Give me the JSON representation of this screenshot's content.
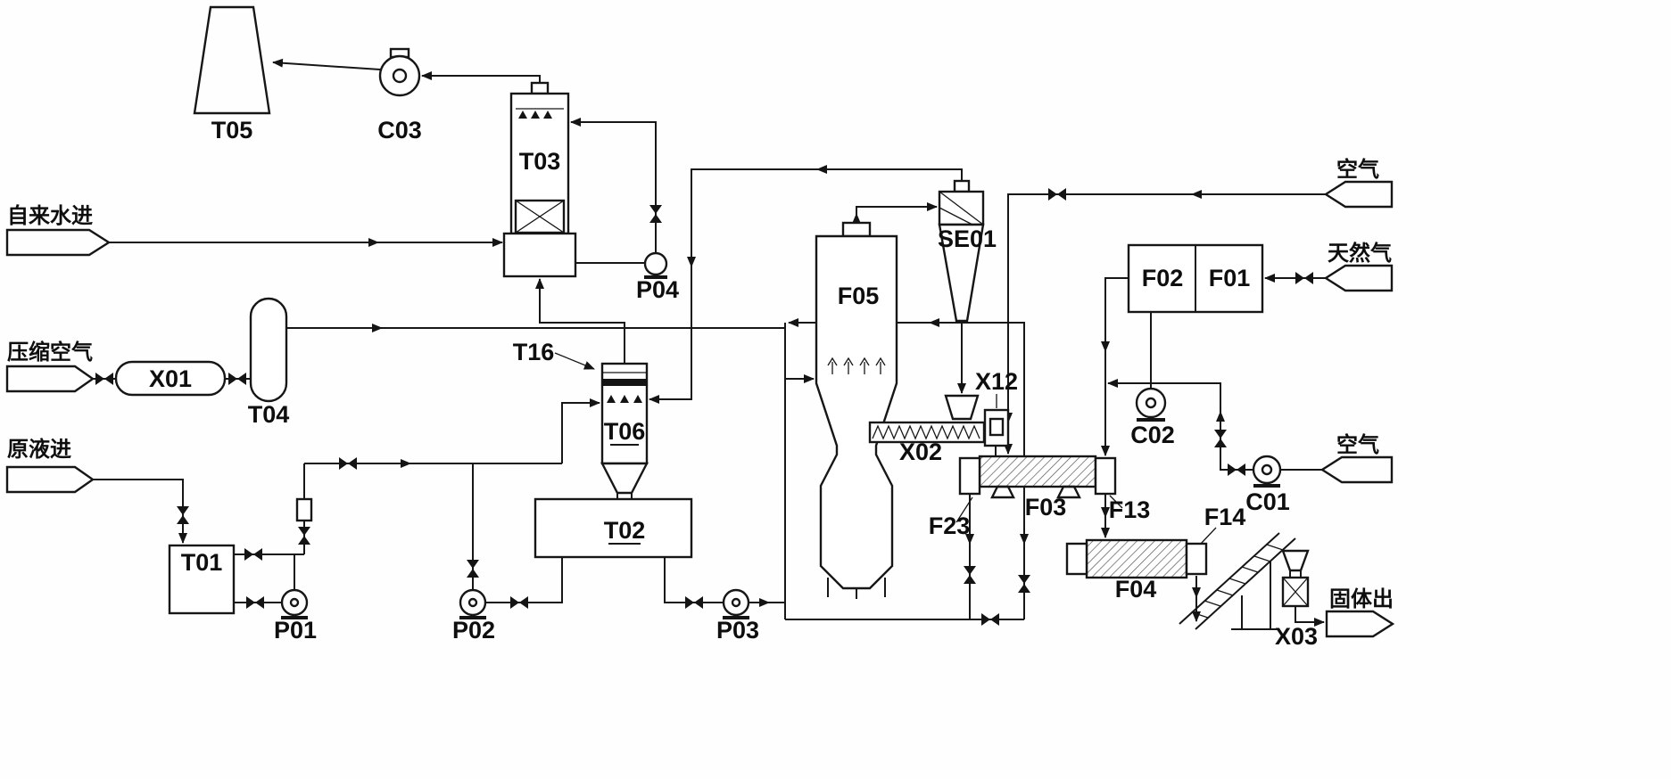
{
  "diagram": {
    "equipment": {
      "t05": "T05",
      "c03": "C03",
      "t03": "T03",
      "p04": "P04",
      "x01": "X01",
      "t04": "T04",
      "t01": "T01",
      "p01": "P01",
      "t16": "T16",
      "t06": "T06",
      "t02": "T02",
      "p02": "P02",
      "p03": "P03",
      "f05": "F05",
      "se01": "SE01",
      "x02": "X02",
      "x12": "X12",
      "f23": "F23",
      "f03": "F03",
      "f13": "F13",
      "f02": "F02",
      "f01": "F01",
      "c02": "C02",
      "c01": "C01",
      "f04": "F04",
      "f14": "F14",
      "x03": "X03"
    },
    "streams": {
      "tap_water_in": "自来水进",
      "compressed_air_in": "压缩空气",
      "raw_liquid_in": "原液进",
      "air_in_top": "空气",
      "natural_gas_in": "天然气",
      "air_in_right": "空气",
      "solid_out": "固体出"
    }
  }
}
